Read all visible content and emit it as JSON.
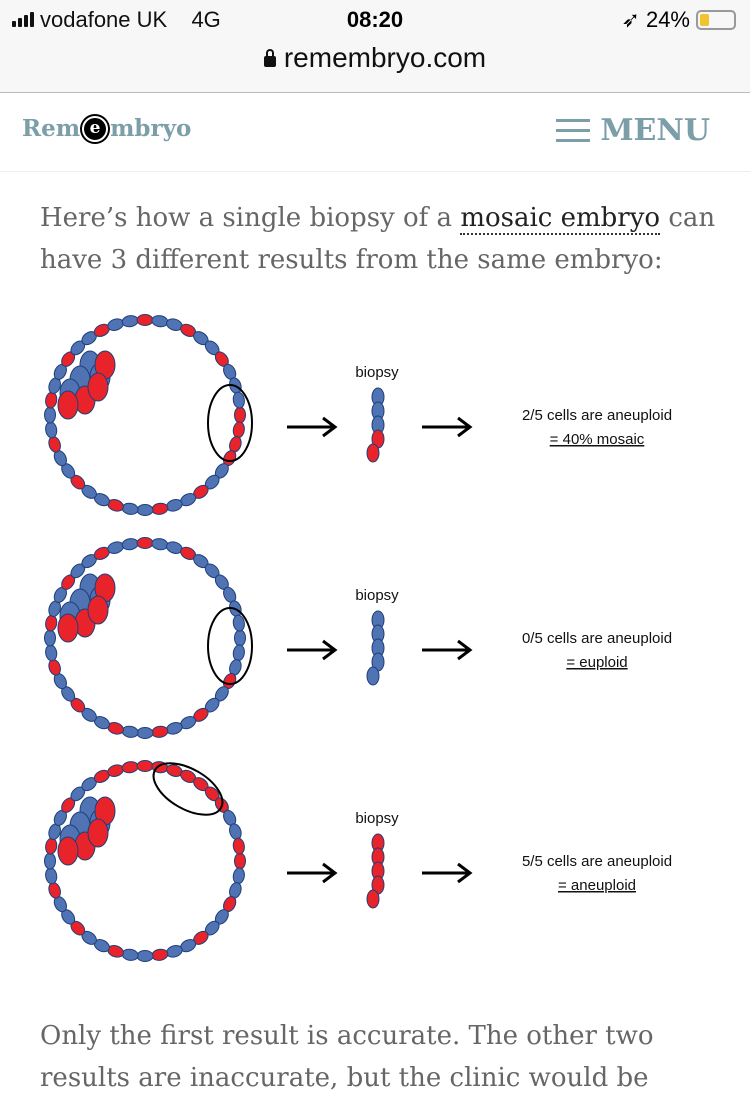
{
  "status": {
    "carrier": "vodafone UK",
    "network": "4G",
    "time": "08:20",
    "battery": "24%",
    "url": "remembryo.com"
  },
  "header": {
    "logo_before": "Rem",
    "logo_e": "e",
    "logo_after": "mbryo",
    "menu": "MENU"
  },
  "intro": {
    "before": "Here’s how a single biopsy of a ",
    "link": "mosaic embryo",
    "after": " can have 3 different results from the same embryo:"
  },
  "diagram": {
    "colors": {
      "blue": "#4f73b3",
      "red": "#e8232a",
      "outline": "#1f3f7a"
    },
    "rows": [
      {
        "biopsy_label": "biopsy",
        "result": "2/5 cells are aneuploid",
        "verdict": "= 40% mosaic",
        "chain": [
          "blue",
          "blue",
          "blue",
          "red",
          "red"
        ]
      },
      {
        "biopsy_label": "biopsy",
        "result": "0/5 cells are aneuploid",
        "verdict": "= euploid",
        "chain": [
          "blue",
          "blue",
          "blue",
          "blue",
          "blue"
        ]
      },
      {
        "biopsy_label": "biopsy",
        "result": "5/5 cells are aneuploid",
        "verdict": "= aneuploid",
        "chain": [
          "red",
          "red",
          "red",
          "red",
          "red"
        ]
      }
    ]
  },
  "outro": {
    "line1": "Only the first result is accurate. The other two",
    "line2": "results are inaccurate, but the clinic would be"
  }
}
